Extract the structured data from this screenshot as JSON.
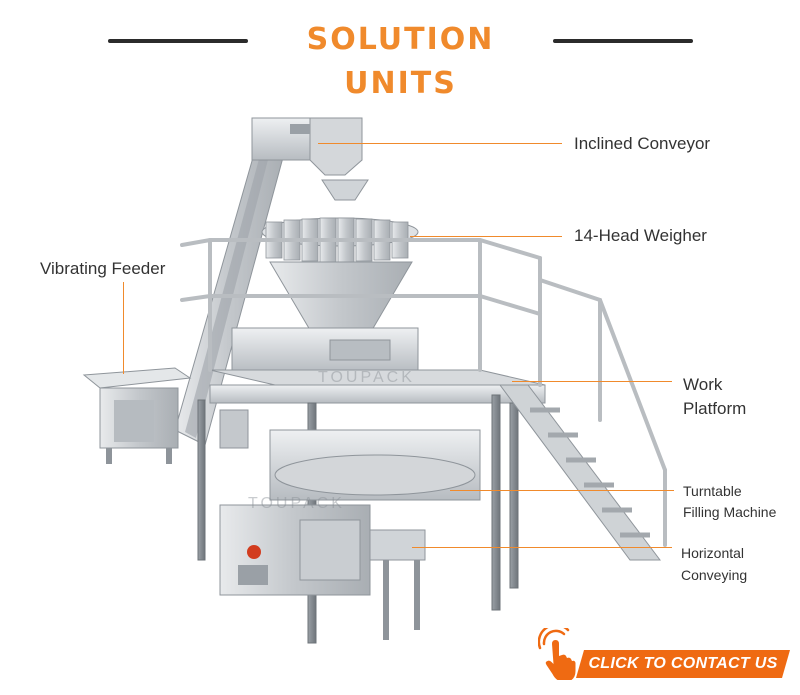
{
  "header": {
    "title": "SOLUTION UNITS"
  },
  "labels": {
    "inclined_conveyor": "Inclined Conveyor",
    "head_weigher": "14-Head Weigher",
    "vibrating_feeder": "Vibrating Feeder",
    "work_platform_line1": "Work",
    "work_platform_line2": "Platform",
    "turntable_line1": "Turntable",
    "turntable_line2": "Filling Machine",
    "horizontal_line1": "Horizontal",
    "horizontal_line2": "Conveying"
  },
  "watermark": {
    "text": "TOUPACK"
  },
  "cta": {
    "label": "CLICK TO CONTACT US"
  },
  "colors": {
    "accent": "#f08a2c",
    "cta_orange": "#ef6a12",
    "rule": "#2b2b2b",
    "steel": "#c9ccd0"
  },
  "icons": {
    "cta_icon": "hand-pointer-icon"
  }
}
